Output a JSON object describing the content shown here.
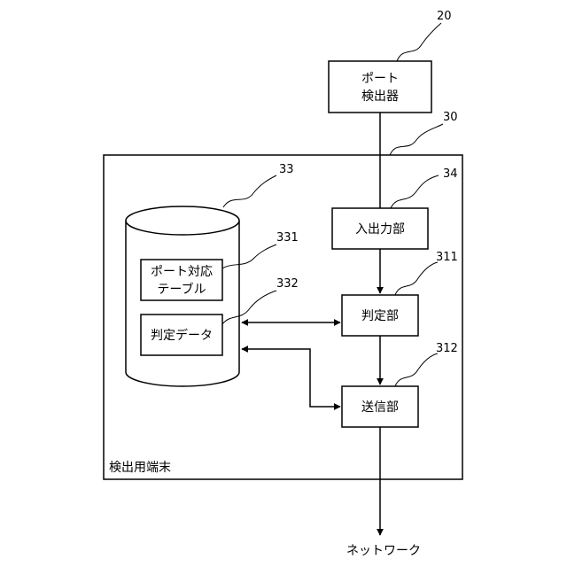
{
  "port_detector": {
    "ref": "20",
    "line1": "ポート",
    "line2": "検出器"
  },
  "terminal": {
    "ref": "30",
    "label": "検出用端末"
  },
  "storage": {
    "ref": "33"
  },
  "port_table": {
    "ref": "331",
    "line1": "ポート対応",
    "line2": "テーブル"
  },
  "judge_data": {
    "ref": "332",
    "label": "判定データ"
  },
  "io_unit": {
    "ref": "34",
    "label": "入出力部"
  },
  "judge_unit": {
    "ref": "311",
    "label": "判定部"
  },
  "send_unit": {
    "ref": "312",
    "label": "送信部"
  },
  "network": {
    "label": "ネットワーク"
  }
}
